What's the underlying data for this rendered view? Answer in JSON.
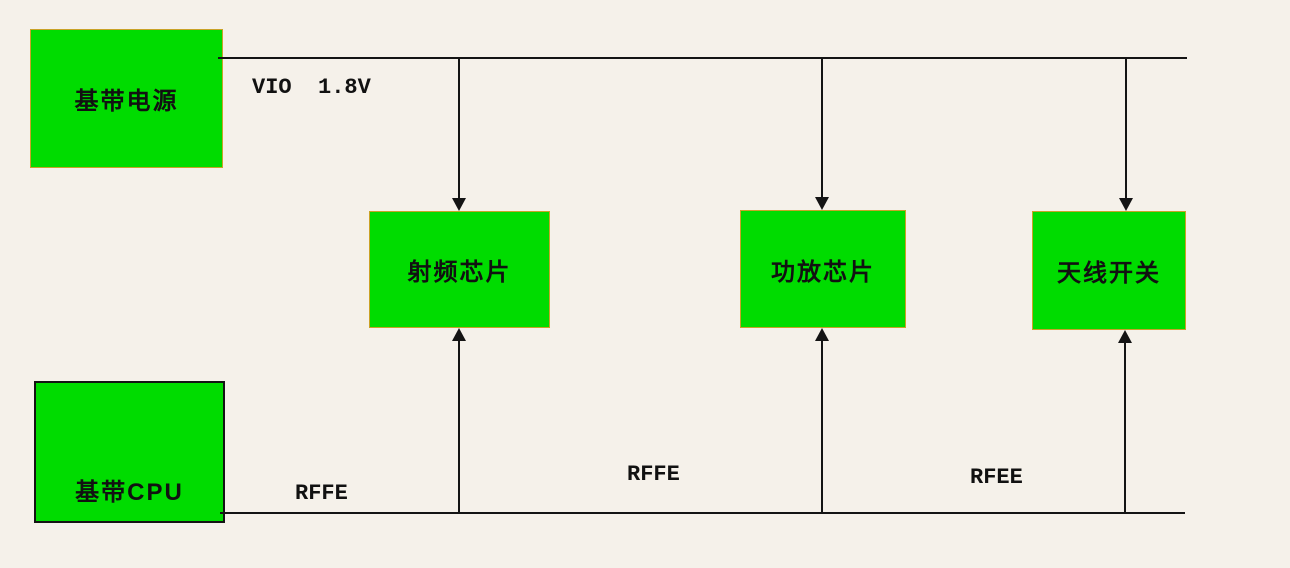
{
  "colors": {
    "background": "#f5f1ea",
    "box_fill": "#00dc00",
    "box_border": "#c9a227",
    "cpu_border": "#141414",
    "line": "#141414",
    "text": "#111111"
  },
  "nodes": {
    "baseband_power": {
      "label": "基带电源"
    },
    "rf_chip": {
      "label": "射频芯片"
    },
    "pa_chip": {
      "label": "功放芯片"
    },
    "antenna_switch": {
      "label": "天线开关"
    },
    "baseband_cpu": {
      "label": "基带CPU"
    }
  },
  "labels": {
    "vio": "VIO  1.8V",
    "rffe_1": "RFFE",
    "rffe_2": "RFFE",
    "rfee": "RFEE"
  }
}
